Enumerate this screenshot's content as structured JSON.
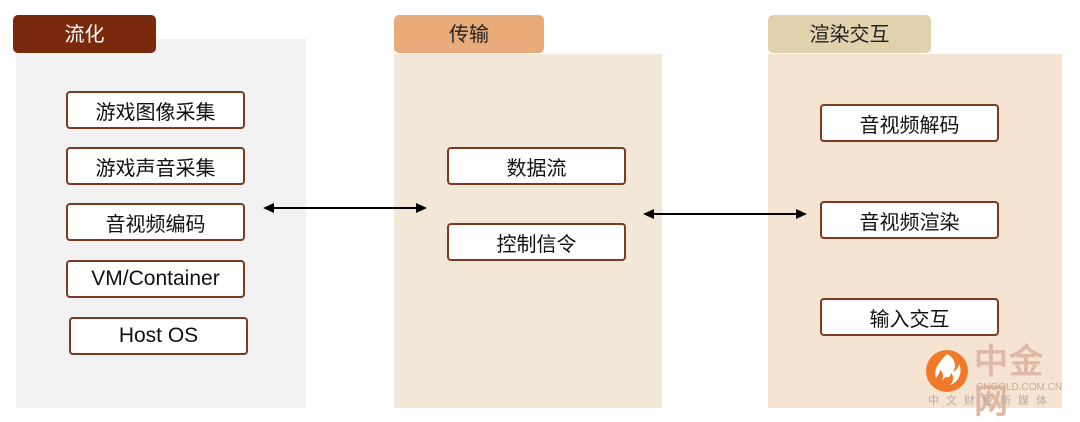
{
  "columns": [
    {
      "header": "流化",
      "items": [
        "游戏图像采集",
        "游戏声音采集",
        "音视频编码",
        "VM/Container",
        "Host OS"
      ]
    },
    {
      "header": "传输",
      "items": [
        "数据流",
        "控制信令"
      ]
    },
    {
      "header": "渲染交互",
      "items": [
        "音视频解码",
        "音视频渲染",
        "输入交互"
      ]
    }
  ],
  "arrows": [
    {
      "from": "流化",
      "to": "传输",
      "direction": "bidirectional"
    },
    {
      "from": "传输",
      "to": "渲染交互",
      "direction": "bidirectional"
    }
  ],
  "watermark": {
    "name": "中金网",
    "url": "CNGOLD.COM.CN",
    "tagline": "中文财经新媒体",
    "icon": "cngold-logo-icon"
  },
  "colors": {
    "header_streaming": "#7a2a0c",
    "header_transport": "#e8ab79",
    "header_render": "#e1d2ad",
    "box_border": "#7b3a22"
  }
}
